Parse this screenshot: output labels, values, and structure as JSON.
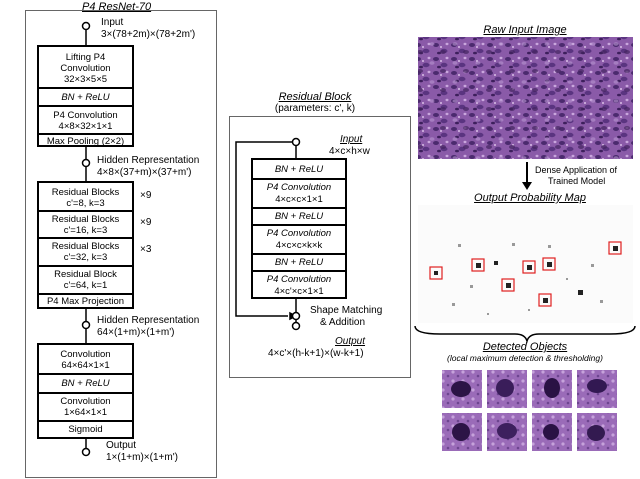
{
  "resnet": {
    "title": "P4 ResNet-70",
    "input_label": "Input",
    "input_shape": "3×(78+2m)×(78+2m')",
    "lifting": [
      "Lifting P4",
      "Convolution",
      "32×3×5×5"
    ],
    "bn_relu": "BN + ReLU",
    "p4conv": [
      "P4 Convolution",
      "4×8×32×1×1"
    ],
    "maxpool": "Max Pooling (2×2)",
    "hidden1_label": "Hidden Representation",
    "hidden1_shape": "4×8×(37+m)×(37+m')",
    "res_blocks": [
      {
        "name": "Residual Blocks",
        "params": "c'=8, k=3",
        "repeat": "×9"
      },
      {
        "name": "Residual Blocks",
        "params": "c'=16, k=3",
        "repeat": "×9"
      },
      {
        "name": "Residual Blocks",
        "params": "c'=32, k=3",
        "repeat": "×3"
      },
      {
        "name": "Residual Block",
        "params": "c'=64, k=1",
        "repeat": ""
      }
    ],
    "projection": "P4 Max Projection",
    "hidden2_label": "Hidden Representation",
    "hidden2_shape": "64×(1+m)×(1+m')",
    "conv1": [
      "Convolution",
      "64×64×1×1"
    ],
    "bn_relu2": "BN + ReLU",
    "conv2": [
      "Convolution",
      "1×64×1×1"
    ],
    "sigmoid": "Sigmoid",
    "output_label": "Output",
    "output_shape": "1×(1+m)×(1+m')"
  },
  "residual": {
    "title": "Residual Block",
    "subtitle": "(parameters: c', k)",
    "input_label": "Input",
    "input_shape": "4×c×h×w",
    "layers": [
      "BN + ReLU",
      "P4 Convolution",
      "4×c×c×1×1",
      "BN + ReLU",
      "P4 Convolution",
      "4×c×c×k×k",
      "BN + ReLU",
      "P4 Convolution",
      "4×c'×c×1×1"
    ],
    "merge_label": [
      "Shape Matching",
      "& Addition"
    ],
    "output_label": "Output",
    "output_shape": "4×c'×(h-k+1)×(w-k+1)"
  },
  "right": {
    "raw_title": "Raw Input Image",
    "arrow_label": [
      "Dense Application of",
      "Trained Model"
    ],
    "map_title": "Output Probability Map",
    "detected_title": "Detected Objects",
    "detected_subtitle": "(local maximum detection & thresholding)"
  },
  "colors": {
    "tissue_base": "#7d4e9e",
    "tissue_light": "#b58ccf",
    "nucleus": "#3d1f5c",
    "detect_box": "#e02020"
  }
}
